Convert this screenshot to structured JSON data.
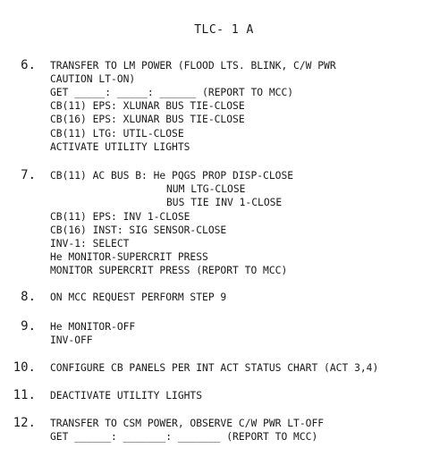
{
  "title": "TLC- 1 A",
  "steps": [
    {
      "number": "6.",
      "lines": [
        "TRANSFER TO LM POWER (FLOOD LTS. BLINK, C/W PWR",
        "CAUTION LT-ON)",
        "GET _____: _____: ______ (REPORT TO MCC)",
        "CB(11) EPS: XLUNAR BUS TIE-CLOSE",
        "CB(16) EPS: XLUNAR BUS TIE-CLOSE",
        "CB(11) LTG: UTIL-CLOSE",
        "ACTIVATE UTILITY LIGHTS"
      ]
    },
    {
      "number": "7.",
      "lines": [
        "CB(11) AC BUS B: He PQGS PROP DISP-CLOSE",
        "NUM LTG-CLOSE",
        "BUS TIE INV 1-CLOSE",
        "CB(11) EPS: INV 1-CLOSE",
        "CB(16) INST: SIG SENSOR-CLOSE",
        "INV-1: SELECT",
        "He MONITOR-SUPERCRIT PRESS",
        "MONITOR SUPERCRIT PRESS (REPORT TO MCC)"
      ]
    },
    {
      "number": "8.",
      "lines": [
        "ON MCC REQUEST PERFORM STEP 9"
      ]
    },
    {
      "number": "9.",
      "lines": [
        "He MONITOR-OFF",
        "INV-OFF"
      ]
    },
    {
      "number": "10.",
      "lines": [
        "CONFIGURE CB PANELS PER INT ACT STATUS CHART (ACT 3,4)"
      ]
    },
    {
      "number": "11.",
      "lines": [
        "DEACTIVATE UTILITY LIGHTS"
      ]
    },
    {
      "number": "12.",
      "lines": [
        "TRANSFER TO CSM POWER, OBSERVE C/W PWR LT-OFF",
        "GET ______: _______: _______ (REPORT TO MCC)"
      ]
    }
  ]
}
